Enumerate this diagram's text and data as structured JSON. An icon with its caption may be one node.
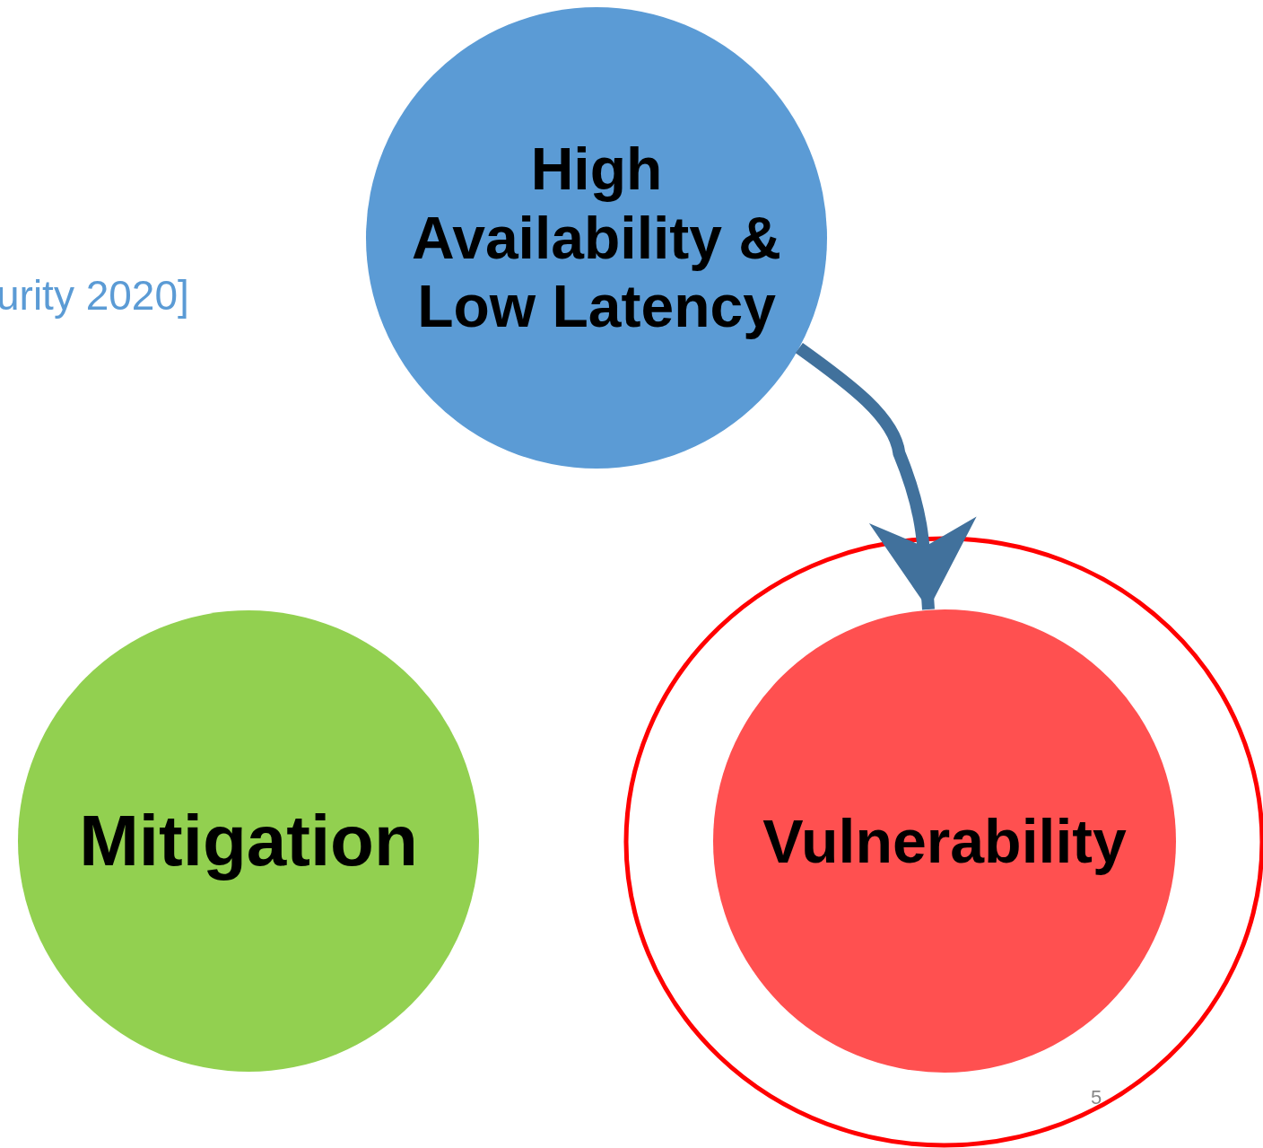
{
  "diagram": {
    "nodes": [
      {
        "text": [
          "High Availability & Low Latency"
        ]
      },
      {
        "text": [
          "Mitigation"
        ]
      },
      {
        "text": [],
        "shape": "circle"
      },
      {
        "text": [
          "Vulnerability"
        ],
        "in": 2
      }
    ],
    "edges": [
      {
        "from": 0,
        "to": 3,
        "arrow": "to",
        "color": "#41719c"
      }
    ],
    "labels": [
      "urity 2020]",
      "5"
    ]
  }
}
